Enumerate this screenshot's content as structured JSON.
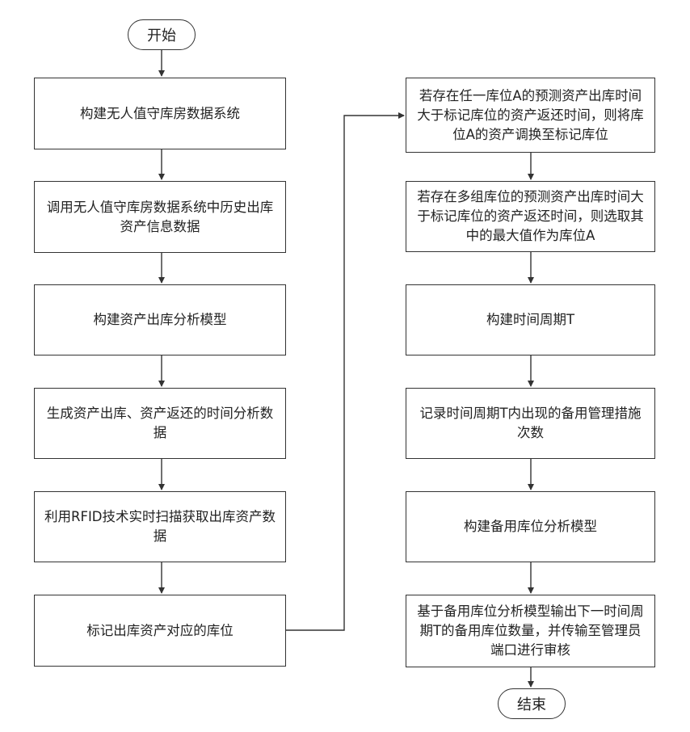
{
  "start": "开始",
  "end": "结束",
  "left_steps": [
    "构建无人值守库房数据系统",
    "调用无人值守库房数据系统中历史出库资产信息数据",
    "构建资产出库分析模型",
    "生成资产出库、资产返还的时间分析数据",
    "利用RFID技术实时扫描获取出库资产数据",
    "标记出库资产对应的库位"
  ],
  "right_steps": [
    "若存在任一库位A的预测资产出库时间大于标记库位的资产返还时间，则将库位A的资产调换至标记库位",
    "若存在多组库位的预测资产出库时间大于标记库位的资产返还时间，则选取其中的最大值作为库位A",
    "构建时间周期T",
    "记录时间周期T内出现的备用管理措施次数",
    "构建备用库位分析模型",
    "基于备用库位分析模型输出下一时间周期T的备用库位数量，并传输至管理员端口进行审核"
  ]
}
